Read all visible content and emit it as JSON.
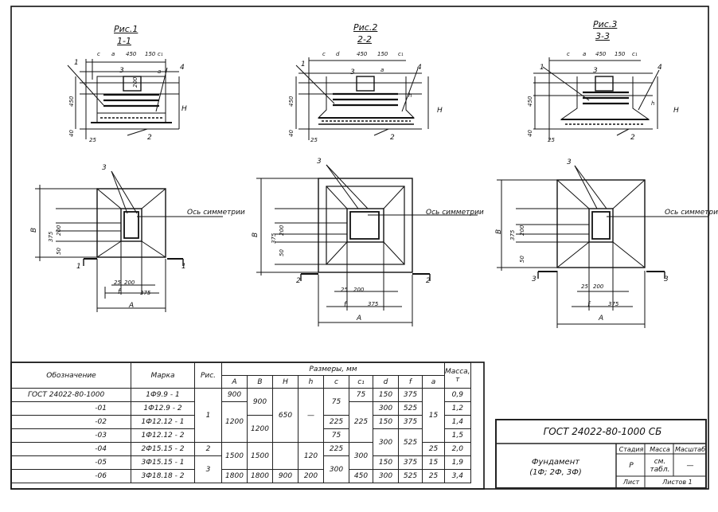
{
  "figures": [
    {
      "title": "Рис.1",
      "section": "1-1",
      "plan_cut": "1"
    },
    {
      "title": "Рис.2",
      "section": "2-2",
      "plan_cut": "2"
    },
    {
      "title": "Рис.3",
      "section": "3-3",
      "plan_cut": "3"
    }
  ],
  "section_labels": {
    "c": "c",
    "a": "a",
    "d": "d",
    "c1": "c₁",
    "d450": "450",
    "d150": "150",
    "h450": "450",
    "h40": "40",
    "h25": "25",
    "h200": "200",
    "H": "H",
    "h": "h",
    "leader1": "1",
    "leader2": "2",
    "leader3": "3",
    "leader4": "4"
  },
  "plan_labels": {
    "B": "B",
    "A": "A",
    "f": "f",
    "axis": "Ось симметрии",
    "d375": "375",
    "d200": "200",
    "d25": "25",
    "d50": "50",
    "leader3": "3"
  },
  "table": {
    "header": {
      "designation": "Обозначение",
      "mark": "Марка",
      "fig": "Рис.",
      "sizes": "Размеры, мм",
      "mass": "Масса, т",
      "cols": [
        "A",
        "B",
        "H",
        "h",
        "c",
        "c₁",
        "d",
        "f",
        "a"
      ]
    },
    "rows": [
      {
        "designation": "ГОСТ 24022-80-1000",
        "mark": "1Ф9.9 - 1",
        "mass": "0,9"
      },
      {
        "designation": "-01",
        "mark": "1Ф12.9 - 2",
        "mass": "1,2"
      },
      {
        "designation": "-02",
        "mark": "1Ф12.12 - 1",
        "mass": "1,4"
      },
      {
        "designation": "-03",
        "mark": "1Ф12.12 - 2",
        "mass": "1,5"
      },
      {
        "designation": "-04",
        "mark": "2Ф15.15 - 2",
        "mass": "2,0"
      },
      {
        "designation": "-05",
        "mark": "3Ф15.15 - 1",
        "mass": "1,9"
      },
      {
        "designation": "-06",
        "mark": "3Ф18.18 - 2",
        "mass": "3,4"
      }
    ],
    "cells": {
      "fig1": "1",
      "fig2": "2",
      "fig3": "3",
      "A900": "900",
      "A1200": "1200",
      "A1500": "1500",
      "A1800": "1800",
      "B900": "900",
      "B1200": "1200",
      "B1500": "1500",
      "B1800": "1800",
      "H650": "650",
      "H900": "900",
      "hdash": "—",
      "h120": "120",
      "h200": "200",
      "c75a": "75",
      "c225": "225",
      "c75b": "75",
      "c225b": "225",
      "c300": "300",
      "c1_75": "75",
      "c1_225": "225",
      "c1_300": "300",
      "c1_450": "450",
      "d150a": "150",
      "d300a": "300",
      "d150b": "150",
      "d300b": "300",
      "d150c": "150",
      "d300c": "300",
      "f375a": "375",
      "f525a": "525",
      "f375b": "375",
      "f525b": "525",
      "f375c": "375",
      "f525c": "525",
      "a15": "15",
      "a25a": "25",
      "a15b": "15",
      "a25b": "25"
    }
  },
  "title_block": {
    "code": "ГОСТ 24022-80-1000 СБ",
    "name_line1": "Фундамент",
    "name_line2": "(1Ф; 2Ф, 3Ф)",
    "stage_hdr": "Стадия",
    "mass_hdr": "Масса",
    "scale_hdr": "Масштаб",
    "stage": "Р",
    "mass": "см. табл.",
    "scale": "—",
    "sheet": "Лист",
    "sheets": "Листов 1"
  }
}
